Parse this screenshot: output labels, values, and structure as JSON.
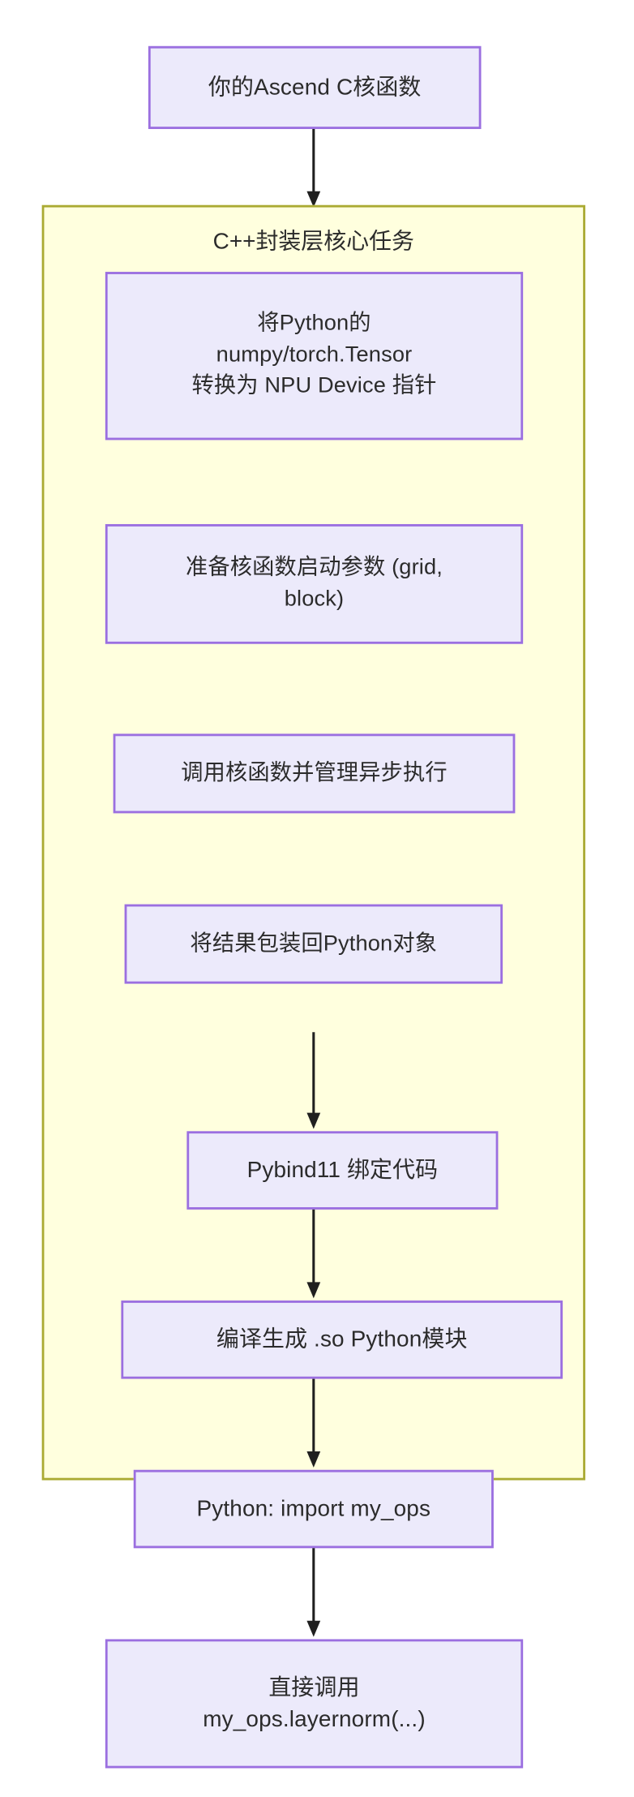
{
  "diagram": {
    "type": "flowchart",
    "direction": "top-to-bottom",
    "colors": {
      "node_fill": "#ECEAFB",
      "node_border": "#9B6FE0",
      "subgraph_fill": "#FFFFDE",
      "subgraph_border": "#AAAA33",
      "edge": "#1f1f1f",
      "text": "#2b2b2b",
      "background": "#ffffff"
    },
    "nodes": {
      "kernel": "你的Ascend C核函数",
      "task1": "将Python的\nnumpy/torch.Tensor\n转换为 NPU Device 指针",
      "task2": "准备核函数启动参数 (grid,\nblock)",
      "task3": "调用核函数并管理异步执行",
      "task4": "将结果包装回Python对象",
      "pybind": "Pybind11 绑定代码",
      "compile": "编译生成 .so Python模块",
      "import": "Python: import my_ops",
      "call": "直接调用\nmy_ops.layernorm(...)"
    },
    "subgraph": {
      "title": "C++封装层核心任务"
    },
    "edges": [
      {
        "from": "kernel",
        "to": "subgraph"
      },
      {
        "from": "subgraph",
        "to": "pybind"
      },
      {
        "from": "pybind",
        "to": "compile"
      },
      {
        "from": "compile",
        "to": "import"
      },
      {
        "from": "import",
        "to": "call"
      }
    ]
  }
}
